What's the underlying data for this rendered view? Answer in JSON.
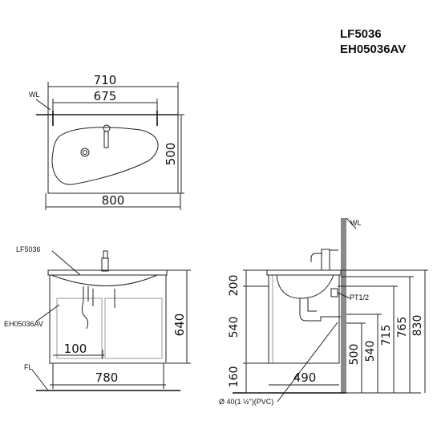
{
  "models": {
    "basin": "LF5036",
    "cabinet": "EH05036AV"
  },
  "top_view": {
    "wall_label": "WL",
    "dims": {
      "width_outer": "710",
      "width_inner": "675",
      "depth": "500",
      "total_width": "800"
    }
  },
  "front_view": {
    "basin_label": "LF5036",
    "cabinet_label": "EH05036AV",
    "floor_label": "FL",
    "dims": {
      "height": "640",
      "gap": "100",
      "width": "780"
    }
  },
  "side_view": {
    "wall_label": "WL",
    "valve_label": "PT1/2",
    "drain_label": "Ø  40(1 ½\")(PVC)",
    "dims": {
      "basin_h": "200",
      "cabinet_h": "540",
      "leg_h": "160",
      "depth": "490",
      "d500": "500",
      "d540": "540",
      "d715": "715",
      "d765": "765",
      "d830": "830"
    }
  }
}
